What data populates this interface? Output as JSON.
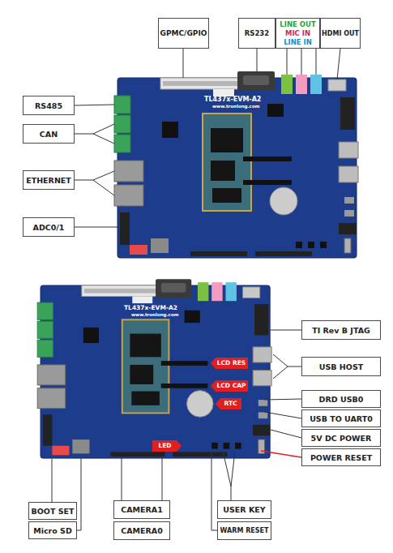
{
  "diagram": {
    "nodes": [
      {
        "text": [
          "GPMC/GPIO"
        ]
      },
      {
        "text": [
          "RS232"
        ]
      },
      {
        "text": [
          "LINE OUT",
          "MIC IN",
          "LINE IN"
        ]
      },
      {
        "text": [
          "HDMI OUT"
        ]
      },
      {
        "text": [
          "RS485"
        ]
      },
      {
        "text": [
          "CAN"
        ]
      },
      {
        "text": [
          "ETHERNET"
        ]
      },
      {
        "text": [
          "ADC0/1"
        ]
      },
      {
        "text": [
          "TI Rev B JTAG"
        ]
      },
      {
        "text": [
          "LCD RES"
        ]
      },
      {
        "text": [
          "USB HOST"
        ]
      },
      {
        "text": [
          "LCD CAP"
        ]
      },
      {
        "text": [
          "DRD USB0"
        ]
      },
      {
        "text": [
          "RTC"
        ]
      },
      {
        "text": [
          "USB TO UART0"
        ]
      },
      {
        "text": [
          "5V DC POWER"
        ]
      },
      {
        "text": [
          "LED"
        ]
      },
      {
        "text": [
          "POWER RESET"
        ]
      },
      {
        "text": [
          "BOOT SET"
        ]
      },
      {
        "text": [
          "Micro SD"
        ]
      },
      {
        "text": [
          "CAMERA1"
        ]
      },
      {
        "text": [
          "CAMERA0"
        ]
      },
      {
        "text": [
          "USER KEY"
        ]
      },
      {
        "text": [
          "WARM RESET"
        ]
      }
    ],
    "labels": [
      "TL437x-EVM-A2",
      "www.tronlong.com",
      "TL437x-EVM-A2",
      "www.tronlong.com"
    ]
  }
}
